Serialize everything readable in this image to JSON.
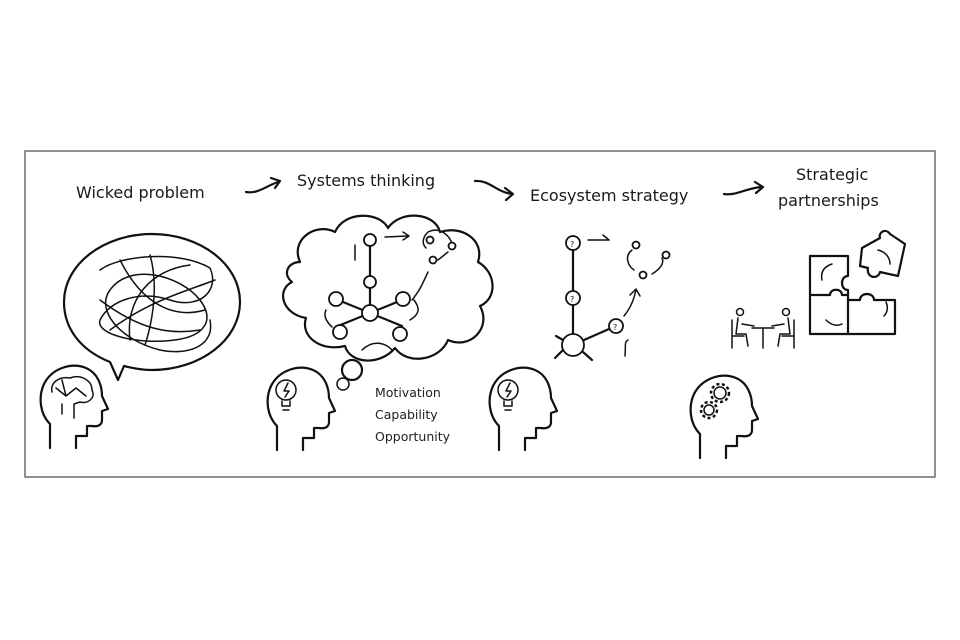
{
  "stages": [
    {
      "label": "Wicked problem",
      "icon": "brain-head-icon"
    },
    {
      "label": "Systems thinking",
      "icon": "lightbulb-head-icon"
    },
    {
      "label": "Ecosystem strategy",
      "icon": "lightbulb-head-icon"
    },
    {
      "label_line1": "Strategic",
      "label_line2": "partnerships",
      "icon": "gears-head-icon"
    }
  ],
  "com_b": [
    "Motivation",
    "Capability",
    "Opportunity"
  ],
  "colors": {
    "ink": "#111111",
    "frame": "#555555",
    "background": "#ffffff"
  }
}
